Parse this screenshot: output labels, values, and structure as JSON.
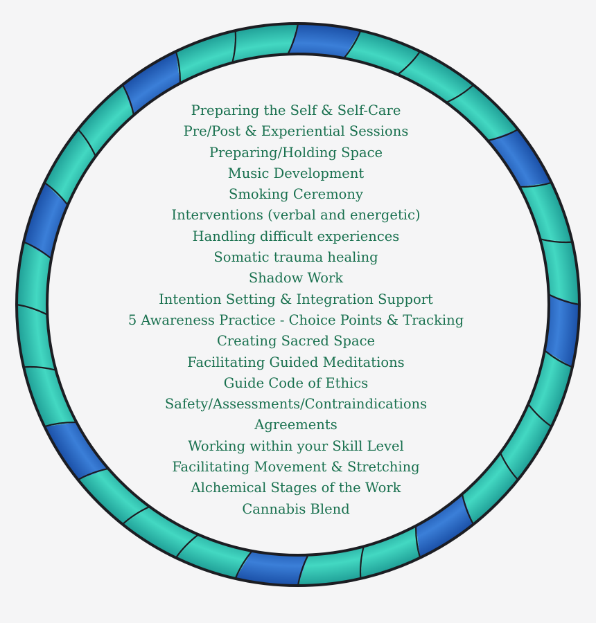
{
  "colors": {
    "background": "#f5f5f6",
    "text": "#18704e",
    "outline": "#1c1d22",
    "teal_light": "#43d8c2",
    "teal_dark": "#1f9e96",
    "blue_light": "#3b7fd8",
    "blue_dark": "#1a4fa6"
  },
  "ring": {
    "segment_colors": [
      "blue",
      "teal",
      "teal",
      "teal",
      "blue",
      "teal",
      "teal",
      "blue",
      "teal",
      "teal",
      "teal",
      "blue",
      "teal",
      "teal",
      "blue",
      "teal",
      "teal",
      "teal",
      "blue",
      "teal",
      "teal",
      "teal",
      "blue",
      "teal",
      "teal",
      "blue",
      "teal",
      "teal"
    ]
  },
  "topics": [
    "Preparing the Self & Self-Care",
    "Pre/Post & Experiential Sessions",
    "Preparing/Holding Space",
    "Music Development",
    "Smoking Ceremony",
    "Interventions (verbal and energetic)",
    "Handling difficult experiences",
    "Somatic trauma healing",
    "Shadow Work",
    "Intention Setting & Integration Support",
    "5 Awareness Practice - Choice Points & Tracking",
    "Creating Sacred Space",
    "Facilitating Guided Meditations",
    "Guide Code of Ethics",
    "Safety/Assessments/Contraindications",
    "Agreements",
    "Working within your Skill Level",
    "Facilitating Movement & Stretching",
    "Alchemical Stages of the Work",
    "Cannabis Blend"
  ]
}
